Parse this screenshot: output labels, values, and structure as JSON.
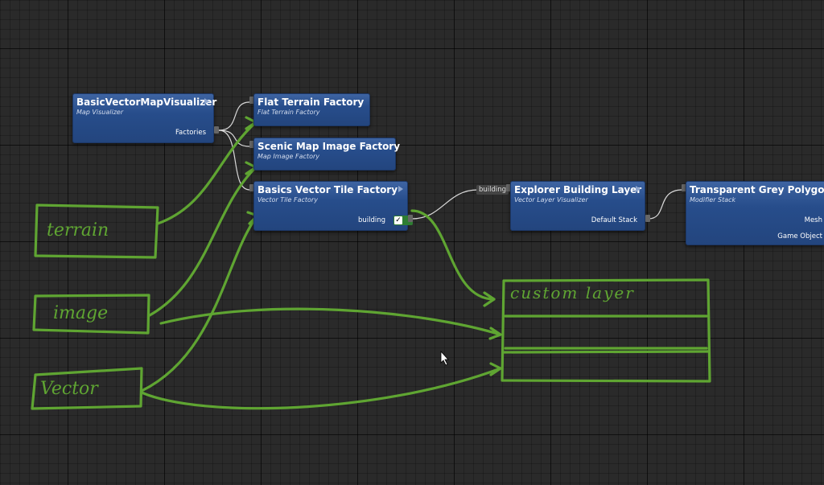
{
  "nodes": {
    "visualizer": {
      "title": "BasicVectorMapVisualizer",
      "subtitle": "Map Visualizer",
      "port": "Factories"
    },
    "flat_terrain": {
      "title": "Flat Terrain Factory",
      "subtitle": "Flat Terrain Factory"
    },
    "scenic_image": {
      "title": "Scenic Map Image Factory",
      "subtitle": "Map Image Factory"
    },
    "vector_tile": {
      "title": "Basics Vector Tile Factory",
      "subtitle": "Vector Tile Factory",
      "port": "building"
    },
    "explorer_building": {
      "title": "Explorer Building Layer",
      "subtitle": "Vector Layer Visualizer",
      "port": "Default Stack",
      "input_label": "building"
    },
    "transparent_grey": {
      "title": "Transparent Grey Polygon S",
      "subtitle": "Modifier Stack",
      "ports": [
        "Mesh",
        "Game Object"
      ]
    }
  },
  "annotations": {
    "terrain": "terrain",
    "image": "image",
    "vector": "Vector",
    "custom_layer": "custom layer"
  },
  "colors": {
    "node": "#2a4f8c",
    "annotation": "#5fa532",
    "background": "#2a2a2a"
  }
}
